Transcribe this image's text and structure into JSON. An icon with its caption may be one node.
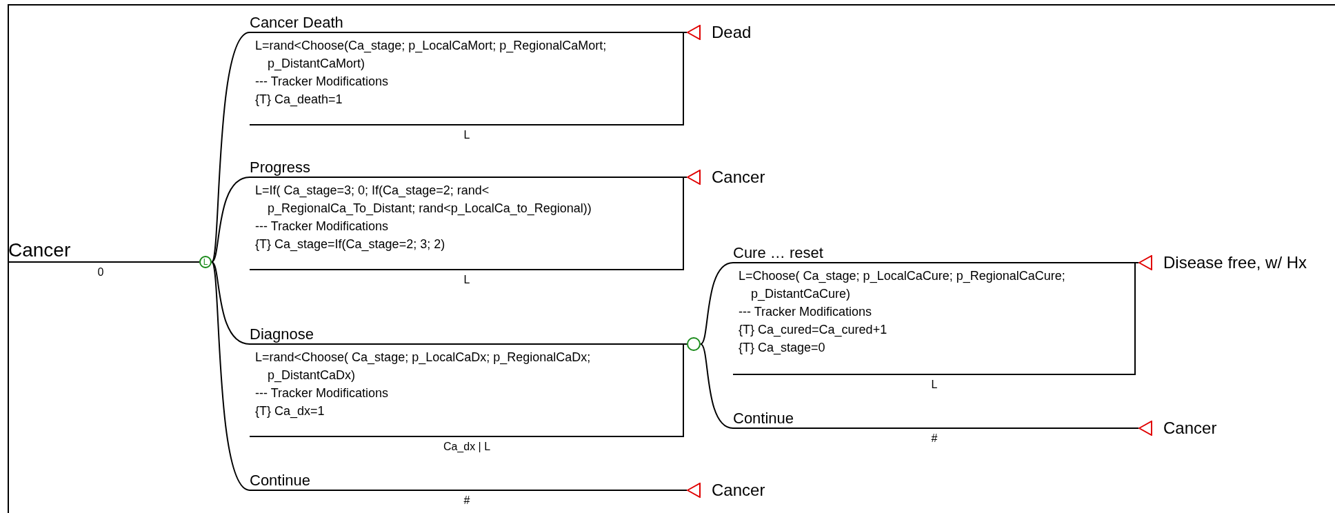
{
  "diagram": {
    "nodes": [
      {
        "text": [
          "Cancer"
        ],
        "beside": [
          "0"
        ]
      },
      {
        "text": [
          "L"
        ]
      },
      {
        "text": [
          "Cancer Death",
          "L=rand<Choose(Ca_stage; p_LocalCaMort; p_RegionalCaMort; p_DistantCaMort)",
          "--- Tracker Modifications",
          "{T} Ca_death=1"
        ],
        "beside": [
          "L"
        ]
      },
      {
        "text": [
          "Dead"
        ]
      },
      {
        "text": [
          "Progress",
          "L=If( Ca_stage=3; 0; If(Ca_stage=2; rand< p_RegionalCa_To_Distant; rand<p_LocalCa_to_Regional))",
          "--- Tracker Modifications",
          "{T} Ca_stage=If(Ca_stage=2; 3; 2)"
        ],
        "beside": [
          "L"
        ]
      },
      {
        "text": [
          "Cancer"
        ]
      },
      {
        "text": [
          "Diagnose",
          "L=rand<Choose( Ca_stage; p_LocalCaDx; p_RegionalCaDx; p_DistantCaDx)",
          "--- Tracker Modifications",
          "{T} Ca_dx=1"
        ],
        "beside": [
          "Ca_dx | L"
        ]
      },
      {
        "text": [],
        "shape": "circle"
      },
      {
        "text": [
          "Cure … reset",
          "L=Choose( Ca_stage; p_LocalCaCure; p_RegionalCaCure; p_DistantCaCure)",
          "--- Tracker Modifications",
          "{T} Ca_cured=Ca_cured+1",
          "{T} Ca_stage=0"
        ],
        "beside": [
          "L"
        ]
      },
      {
        "text": [
          "Disease free, w/ Hx"
        ]
      },
      {
        "text": [
          "Continue"
        ],
        "beside": [
          "#"
        ]
      },
      {
        "text": [
          "Cancer"
        ]
      },
      {
        "text": [
          "Continue"
        ],
        "beside": [
          "#"
        ]
      },
      {
        "text": [
          "Cancer"
        ]
      }
    ],
    "edges": [
      {
        "from": 0,
        "to": 1,
        "arrow": "none"
      },
      {
        "from": 1,
        "to": 2,
        "arrow": "none"
      },
      {
        "from": 1,
        "to": 4,
        "arrow": "none"
      },
      {
        "from": 1,
        "to": 6,
        "arrow": "none"
      },
      {
        "from": 1,
        "to": 12,
        "arrow": "none"
      },
      {
        "from": 2,
        "to": 3,
        "arrow": "none"
      },
      {
        "from": 4,
        "to": 5,
        "arrow": "none"
      },
      {
        "from": 6,
        "to": 7,
        "arrow": "none"
      },
      {
        "from": 7,
        "to": 8,
        "arrow": "none"
      },
      {
        "from": 7,
        "to": 10,
        "arrow": "none"
      },
      {
        "from": 8,
        "to": 9,
        "arrow": "none"
      },
      {
        "from": 10,
        "to": 11,
        "arrow": "none"
      },
      {
        "from": 12,
        "to": 13,
        "arrow": "none"
      }
    ]
  }
}
